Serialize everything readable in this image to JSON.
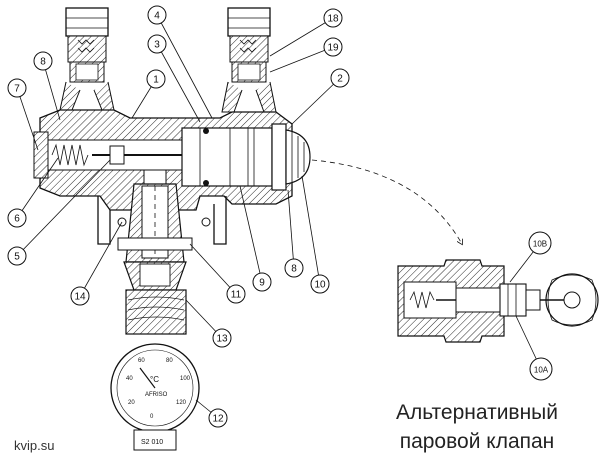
{
  "caption": {
    "line1": "Альтернативный",
    "line2": "паровой клапан"
  },
  "site_label": "kvip.su",
  "callouts": [
    {
      "id": "1",
      "label": "1"
    },
    {
      "id": "2",
      "label": "2"
    },
    {
      "id": "3",
      "label": "3"
    },
    {
      "id": "4",
      "label": "4"
    },
    {
      "id": "5",
      "label": "5"
    },
    {
      "id": "6",
      "label": "6"
    },
    {
      "id": "7",
      "label": "7"
    },
    {
      "id": "8a",
      "label": "8"
    },
    {
      "id": "8b",
      "label": "8"
    },
    {
      "id": "9",
      "label": "9"
    },
    {
      "id": "10",
      "label": "10"
    },
    {
      "id": "11",
      "label": "11"
    },
    {
      "id": "12",
      "label": "12"
    },
    {
      "id": "13",
      "label": "13"
    },
    {
      "id": "14",
      "label": "14"
    },
    {
      "id": "18",
      "label": "18"
    },
    {
      "id": "19",
      "label": "19"
    },
    {
      "id": "10B",
      "label": "10B"
    },
    {
      "id": "10A",
      "label": "10A"
    }
  ],
  "gauge": {
    "unit": "°C",
    "ticks": [
      "20",
      "40",
      "60",
      "80",
      "100",
      "120",
      "0"
    ],
    "brand": "AFRISO",
    "model": "S2 010"
  }
}
